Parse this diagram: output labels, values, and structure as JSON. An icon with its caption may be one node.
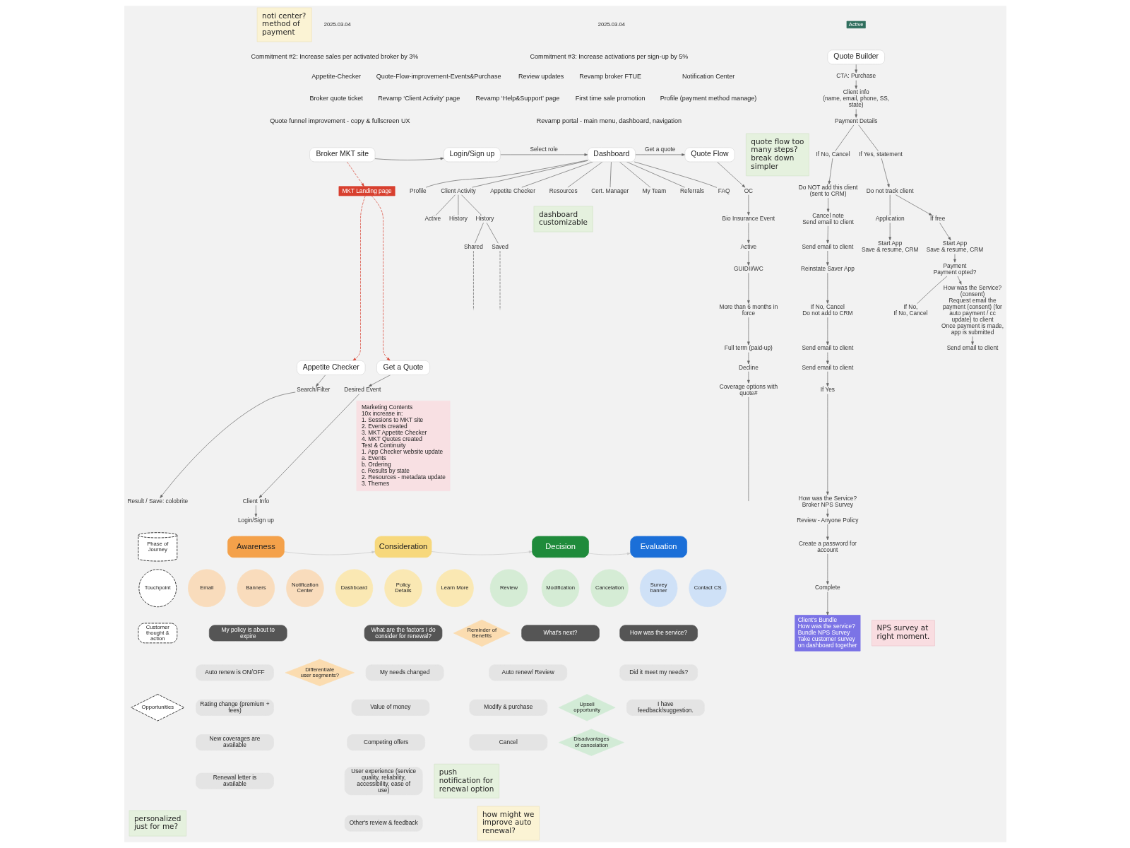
{
  "diagram": {
    "nodes": [
      {
        "text": [
          "noti center?",
          "method of payment"
        ]
      },
      {
        "text": [
          "Broker MKT site"
        ]
      },
      {
        "text": [
          "Login/Sign up"
        ]
      },
      {
        "text": [
          "Dashboard"
        ]
      },
      {
        "text": [
          "Quote Flow"
        ]
      },
      {
        "text": [
          "Profile"
        ]
      },
      {
        "text": [
          "Client Activity"
        ]
      },
      {
        "text": [
          "Appetite Checker"
        ]
      },
      {
        "text": [
          "Resources"
        ]
      },
      {
        "text": [
          "Cert. Manager"
        ]
      },
      {
        "text": [
          "My Team"
        ]
      },
      {
        "text": [
          "Referrals"
        ]
      },
      {
        "text": [
          "FAQ"
        ]
      },
      {
        "text": [
          "Active"
        ]
      },
      {
        "text": [
          "History"
        ]
      },
      {
        "text": [
          "History"
        ]
      },
      {
        "text": [
          "Shared"
        ]
      },
      {
        "text": [
          "Saved"
        ]
      },
      {
        "text": [
          "MKT Landing page"
        ]
      },
      {
        "text": [
          "Appetite Checker"
        ]
      },
      {
        "text": [
          "Get a Quote"
        ]
      },
      {
        "text": [
          "Search/Filter"
        ]
      },
      {
        "text": [
          "Result / Save: colobrite"
        ]
      },
      {
        "text": [
          "Desired Event"
        ]
      },
      {
        "text": [
          "Client Info"
        ]
      },
      {
        "text": [
          "Login/Sign up"
        ]
      },
      {
        "text": [
          "Marketing Contents",
          "10x increase in:",
          "1. Sessions to MKT site",
          "2. Events created",
          "3. MKT Appetite Checker",
          "4. MKT Quotes created",
          "Test & Continuity",
          "1. App Checker website update",
          "a. Events",
          "b. Ordering",
          "c. Results by state",
          "2. Resources - metadata update",
          "3. Themes"
        ]
      },
      {
        "text": [
          "dashboard customizable"
        ]
      },
      {
        "text": [
          "OC"
        ]
      },
      {
        "text": [
          "Bio Insurance Event"
        ]
      },
      {
        "text": [
          "Active"
        ]
      },
      {
        "text": [
          "GUIDII/WC"
        ]
      },
      {
        "text": [
          "More than 6 months in force"
        ]
      },
      {
        "text": [
          "Full term (paid-up)"
        ]
      },
      {
        "text": [
          "Decline"
        ]
      },
      {
        "text": [
          "Coverage options with quote#"
        ]
      },
      {
        "text": [
          "quote flow too many steps?",
          "break down simpler"
        ]
      },
      {
        "text": [
          "Active"
        ]
      },
      {
        "text": [
          "Quote Builder"
        ]
      },
      {
        "text": [
          "CTA: Purchase"
        ]
      },
      {
        "text": [
          "Client info",
          "(name, email, phone, SS, state)"
        ]
      },
      {
        "text": [
          "Payment Details"
        ]
      },
      {
        "text": [
          "If No, Cancel"
        ]
      },
      {
        "text": [
          "If Yes, statement"
        ]
      },
      {
        "text": [
          "Do NOT add this client (sent to CRM)"
        ]
      },
      {
        "text": [
          "Cancel note",
          "Send email to client"
        ]
      },
      {
        "text": [
          "Do not track client"
        ]
      },
      {
        "text": [
          "Send email to client"
        ]
      },
      {
        "text": [
          "Application"
        ]
      },
      {
        "text": [
          "If free"
        ]
      },
      {
        "text": [
          "Reinstate Saver App"
        ]
      },
      {
        "text": [
          "Start App",
          "Save & resume, CRM"
        ]
      },
      {
        "text": [
          "Start App",
          "Save & resume, CRM"
        ]
      },
      {
        "text": [
          "If No, Cancel",
          "Do not add to CRM"
        ]
      },
      {
        "text": [
          "Payment",
          "Payment opted?"
        ]
      },
      {
        "text": [
          "If No,",
          "If No, Cancel"
        ]
      },
      {
        "text": [
          "How was the Service? (consent)",
          "Request email the payment (consent) (for auto payment / cc update) to client",
          "Once payment is made, app is submitted"
        ]
      },
      {
        "text": [
          "Send email to client"
        ]
      },
      {
        "text": [
          "Send email to client"
        ]
      },
      {
        "text": [
          "Send email to client"
        ]
      },
      {
        "text": [
          "If Yes"
        ]
      },
      {
        "text": [
          "How was the Service?",
          "Broker NPS Survey"
        ]
      },
      {
        "text": [
          "Review - Anyone Policy"
        ]
      },
      {
        "text": [
          "Create a password for account"
        ]
      },
      {
        "text": [
          "Complete"
        ]
      },
      {
        "text": [
          "Client's Bundle",
          "How was the service?",
          "Bundle NPS Survey",
          "Take customer survey on dashboard together"
        ]
      },
      {
        "text": [
          "NPS survey at right moment."
        ]
      },
      {
        "text": [
          "Phase of Journey"
        ]
      },
      {
        "text": [
          "Awareness"
        ]
      },
      {
        "text": [
          "Consideration"
        ]
      },
      {
        "text": [
          "Decision"
        ]
      },
      {
        "text": [
          "Evaluation"
        ]
      },
      {
        "text": [
          "Touchpoint"
        ]
      },
      {
        "text": [
          "Email"
        ]
      },
      {
        "text": [
          "Banners"
        ]
      },
      {
        "text": [
          "Notification Center"
        ]
      },
      {
        "text": [
          "Dashboard"
        ]
      },
      {
        "text": [
          "Policy Details"
        ]
      },
      {
        "text": [
          "Learn More"
        ]
      },
      {
        "text": [
          "Review"
        ]
      },
      {
        "text": [
          "Modification"
        ]
      },
      {
        "text": [
          "Cancelation"
        ]
      },
      {
        "text": [
          "Survey banner"
        ]
      },
      {
        "text": [
          "Contact CS"
        ]
      },
      {
        "text": [
          "Customer thought & action"
        ]
      },
      {
        "text": [
          "My policy is about to expire"
        ]
      },
      {
        "text": [
          "What are the factors I do consider for renewal?"
        ]
      },
      {
        "text": [
          "Reminder of Benefits"
        ]
      },
      {
        "text": [
          "What's next?"
        ]
      },
      {
        "text": [
          "How was the service?"
        ]
      },
      {
        "text": [
          "Auto renew is ON/OFF"
        ]
      },
      {
        "text": [
          "Differentiate user segments?"
        ]
      },
      {
        "text": [
          "My needs changed"
        ]
      },
      {
        "text": [
          "Auto renew/ Review"
        ]
      },
      {
        "text": [
          "Did it meet my needs?"
        ]
      },
      {
        "text": [
          "Opportunities"
        ]
      },
      {
        "text": [
          "Rating change (premium + fees)"
        ]
      },
      {
        "text": [
          "Value of money"
        ]
      },
      {
        "text": [
          "Modify & purchase"
        ]
      },
      {
        "text": [
          "Upsell opportunity"
        ]
      },
      {
        "text": [
          "I have feedback/suggestion."
        ]
      },
      {
        "text": [
          "New coverages are available"
        ]
      },
      {
        "text": [
          "Competing offers"
        ]
      },
      {
        "text": [
          "Cancel"
        ]
      },
      {
        "text": [
          "Disadvantages of cancelation"
        ]
      },
      {
        "text": [
          "Renewal letter is available"
        ]
      },
      {
        "text": [
          "User experience (service quality, reliability, accessibility, ease of use)"
        ]
      },
      {
        "text": [
          "push notification for renewal option"
        ]
      },
      {
        "text": [
          "personalized just for me?"
        ]
      },
      {
        "text": [
          "Other's review & feedback"
        ]
      },
      {
        "text": [
          "how might we improve auto renewal?"
        ]
      }
    ],
    "edges": [
      {
        "from": 1,
        "to": 2,
        "arrow": "to"
      },
      {
        "from": 2,
        "to": 3,
        "arrow": "to",
        "label": "Select role"
      },
      {
        "from": 3,
        "to": 4,
        "arrow": "to",
        "label": "Get a quote"
      },
      {
        "from": 3,
        "to": 5,
        "arrow": "none"
      },
      {
        "from": 3,
        "to": 6,
        "arrow": "none"
      },
      {
        "from": 3,
        "to": 7,
        "arrow": "none"
      },
      {
        "from": 3,
        "to": 8,
        "arrow": "none"
      },
      {
        "from": 3,
        "to": 9,
        "arrow": "none"
      },
      {
        "from": 3,
        "to": 10,
        "arrow": "none"
      },
      {
        "from": 3,
        "to": 11,
        "arrow": "none"
      },
      {
        "from": 3,
        "to": 12,
        "arrow": "none"
      },
      {
        "from": 6,
        "to": 13,
        "arrow": "none"
      },
      {
        "from": 6,
        "to": 14,
        "arrow": "none"
      },
      {
        "from": 6,
        "to": 15,
        "arrow": "none"
      },
      {
        "from": 15,
        "to": 16,
        "arrow": "none"
      },
      {
        "from": 15,
        "to": 17,
        "arrow": "none"
      },
      {
        "from": 16,
        "to": null,
        "arrow": "none",
        "style": "dashed"
      },
      {
        "from": 17,
        "to": null,
        "arrow": "none",
        "style": "dashed"
      },
      {
        "from": 1,
        "to": 18,
        "arrow": "to",
        "style": "dashed",
        "color": "#d8402f"
      },
      {
        "from": 18,
        "to": 19,
        "arrow": "to",
        "style": "dashed",
        "color": "#d8402f"
      },
      {
        "from": 18,
        "to": 20,
        "arrow": "to",
        "style": "dashed",
        "color": "#d8402f"
      },
      {
        "from": 19,
        "to": 21,
        "arrow": "to"
      },
      {
        "from": 21,
        "to": 22,
        "arrow": "to"
      },
      {
        "from": 20,
        "to": 23,
        "arrow": "to"
      },
      {
        "from": 23,
        "to": 24,
        "arrow": "to"
      },
      {
        "from": 24,
        "to": 25,
        "arrow": "to"
      },
      {
        "from": 4,
        "to": 28,
        "arrow": "to"
      },
      {
        "from": 28,
        "to": 29,
        "arrow": "to"
      },
      {
        "from": 29,
        "to": 30,
        "arrow": "to"
      },
      {
        "from": 30,
        "to": 31,
        "arrow": "to"
      },
      {
        "from": 31,
        "to": 32,
        "arrow": "to"
      },
      {
        "from": 32,
        "to": 33,
        "arrow": "to"
      },
      {
        "from": 33,
        "to": 34,
        "arrow": "to"
      },
      {
        "from": 34,
        "to": 35,
        "arrow": "to"
      },
      {
        "from": 35,
        "to": null,
        "arrow": "none"
      },
      {
        "from": 38,
        "to": 39,
        "arrow": "to"
      },
      {
        "from": 39,
        "to": 40,
        "arrow": "to"
      },
      {
        "from": 40,
        "to": 41,
        "arrow": "to"
      },
      {
        "from": 41,
        "to": 42,
        "arrow": "none"
      },
      {
        "from": 41,
        "to": 43,
        "arrow": "none"
      },
      {
        "from": 42,
        "to": 44,
        "arrow": "to"
      },
      {
        "from": 44,
        "to": 45,
        "arrow": "to"
      },
      {
        "from": 45,
        "to": 47,
        "arrow": "to"
      },
      {
        "from": 47,
        "to": 50,
        "arrow": "to"
      },
      {
        "from": 50,
        "to": 53,
        "arrow": "to"
      },
      {
        "from": 53,
        "to": 57,
        "arrow": "to"
      },
      {
        "from": 57,
        "to": 59,
        "arrow": "to"
      },
      {
        "from": 59,
        "to": 60,
        "arrow": "to"
      },
      {
        "from": 60,
        "to": 61,
        "arrow": "to"
      },
      {
        "from": 61,
        "to": 62,
        "arrow": "to"
      },
      {
        "from": 62,
        "to": 63,
        "arrow": "to"
      },
      {
        "from": 63,
        "to": 64,
        "arrow": "to"
      },
      {
        "from": 64,
        "to": 65,
        "arrow": "to"
      },
      {
        "from": 43,
        "to": 46,
        "arrow": "to"
      },
      {
        "from": 46,
        "to": 48,
        "arrow": "none"
      },
      {
        "from": 46,
        "to": 49,
        "arrow": "to"
      },
      {
        "from": 48,
        "to": 51,
        "arrow": "to"
      },
      {
        "from": 49,
        "to": 52,
        "arrow": "to"
      },
      {
        "from": 52,
        "to": 54,
        "arrow": "to"
      },
      {
        "from": 54,
        "to": 55,
        "arrow": "none"
      },
      {
        "from": 54,
        "to": 56,
        "arrow": "to"
      },
      {
        "from": 56,
        "to": 58,
        "arrow": "to"
      },
      {
        "from": 68,
        "to": 69,
        "arrow": "to",
        "color": "#c8c8c8"
      },
      {
        "from": 69,
        "to": 70,
        "arrow": "to",
        "color": "#c8c8c8"
      },
      {
        "from": 70,
        "to": 71,
        "arrow": "to",
        "color": "#c8c8c8"
      }
    ],
    "labels": [
      "2025.03.04",
      "Commitment #2: Increase sales per activated broker by 3%",
      "Appetite-Checker",
      "Quote-Flow-improvement-Events&Purchase",
      "Review updates",
      "Broker quote ticket",
      "Revamp ‘Client Activity’ page",
      "Revamp ‘Help&Support’ page",
      "Quote funnel improvement - copy & fullscreen UX",
      "2025.03.04",
      "Commitment #3: Increase activations per sign-up by 5%",
      "Revamp broker FTUE",
      "First time sale promotion",
      "Revamp portal - main menu, dashboard, navigation",
      "Notification Center",
      "Profile (payment method manage)"
    ]
  }
}
